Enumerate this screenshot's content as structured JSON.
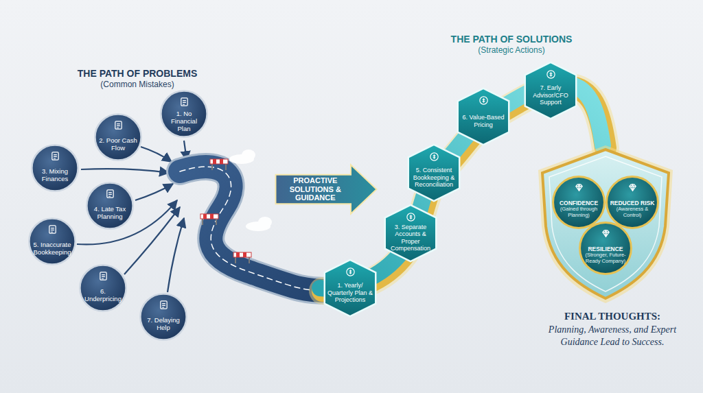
{
  "diagram": {
    "nodes": [
      {
        "text": [
          "1. No Financial Plan"
        ]
      },
      {
        "text": [
          "2. Poor Cash Flow"
        ]
      },
      {
        "text": [
          "3. Mixing Finances"
        ]
      },
      {
        "text": [
          "4. Late Tax Planning"
        ]
      },
      {
        "text": [
          "5. Inaccurate Bookkeeping"
        ]
      },
      {
        "text": [
          "6. Underpricing"
        ]
      },
      {
        "text": [
          "7. Delaying Help"
        ]
      },
      {
        "text": [
          "PROACTIVE SOLUTIONS & GUIDANCE"
        ]
      },
      {
        "text": [
          "1. Yearly/ Quarterly Plan & Projections"
        ]
      },
      {
        "text": [
          "3. Separate Accounts & Proper Compensation"
        ]
      },
      {
        "text": [
          "5. Consistent Bookkeeping & Reconciliation"
        ]
      },
      {
        "text": [
          "6. Value-Based Pricing"
        ]
      },
      {
        "text": [
          "7. Early Advisor/CFO Support"
        ]
      },
      {
        "text": [
          "CONFIDENCE",
          "(Gained through Planning)"
        ]
      },
      {
        "text": [
          "REDUCED RISK",
          "(Awareness & Control)"
        ]
      },
      {
        "text": [
          "RESILIENCE",
          "(Stronger, Future-Ready Company)"
        ]
      }
    ],
    "labels": [
      "THE PATH OF PROBLEMS",
      "(Common Mistakes)",
      "THE PATH OF SOLUTIONS",
      "(Strategic Actions)",
      "FINAL THOUGHTS:",
      "Planning, Awareness, and Expert Guidance Lead to Success."
    ]
  }
}
